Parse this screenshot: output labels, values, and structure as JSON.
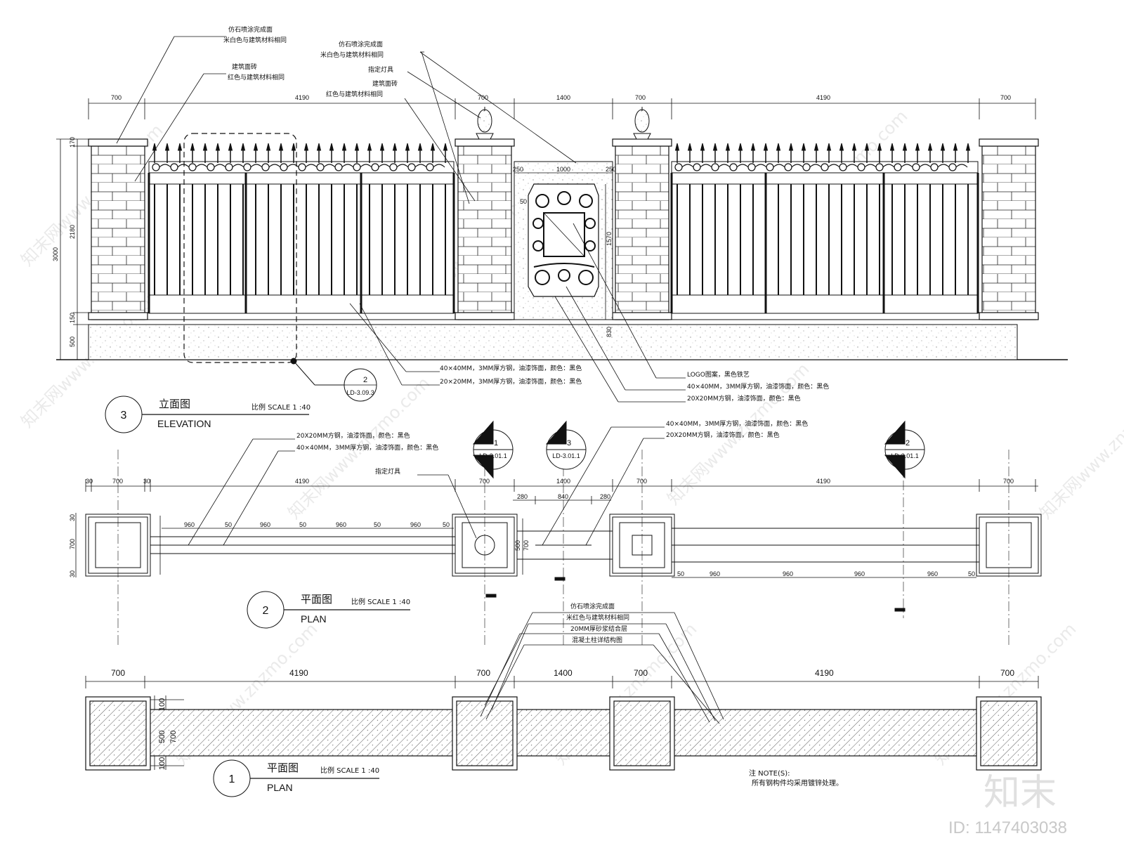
{
  "elevation": {
    "number": "3",
    "title_cn": "立面图",
    "title_en": "ELEVATION",
    "scale": "比例 SCALE 1 :40",
    "dims_top": [
      "700",
      "4190",
      "700",
      "1400",
      "700",
      "4190",
      "700"
    ],
    "dims_left": [
      "3000",
      "170",
      "2180",
      "150",
      "500"
    ],
    "dims_center": [
      "250",
      "1000",
      "250",
      "50",
      "1570",
      "830"
    ],
    "callouts_top": [
      {
        "line1": "仿石喷涂完成面",
        "line2": "米白色与建筑材料相同"
      },
      {
        "line1": "建筑面砖",
        "line2": "红色与建筑材料相同"
      },
      {
        "line1": "仿石喷涂完成面",
        "line2": "米白色与建筑材料相同"
      },
      {
        "line1": "指定灯具",
        "line2": ""
      },
      {
        "line1": "建筑面砖",
        "line2": "红色与建筑材料相同"
      }
    ],
    "notes_bottom_left": [
      "40×40MM，3MM厚方钢，油漆饰面，颜色：黑色",
      "20×20MM，3MM厚方钢，油漆饰面，颜色：黑色"
    ],
    "notes_bottom_right": [
      "LOGO图案，黑色铁艺",
      "40×40MM，3MM厚方钢，油漆饰面，颜色：黑色",
      "20X20MM方钢，油漆饰面，颜色：黑色"
    ],
    "detail_ref": {
      "num": "2",
      "sheet": "LD-3.09.3"
    }
  },
  "plan2": {
    "number": "2",
    "title_cn": "平面图",
    "title_en": "PLAN",
    "scale": "比例 SCALE 1 :40",
    "notes_left": [
      "20X20MM方钢，油漆饰面，颜色：黑色",
      "40×40MM，3MM厚方钢，油漆饰面，颜色：黑色",
      "指定灯具"
    ],
    "notes_right": [
      "40×40MM，3MM厚方钢，油漆饰面，颜色：黑色",
      "20X20MM方钢，油漆饰面，颜色：黑色"
    ],
    "section_marks": [
      {
        "num": "1",
        "sheet": "LD-3.01.1"
      },
      {
        "num": "3",
        "sheet": "LD-3.01.1"
      },
      {
        "num": "2",
        "sheet": "LD-3.01.1"
      }
    ],
    "dims_top": [
      "30",
      "700",
      "30",
      "4190",
      "700",
      "1400",
      "700",
      "4190",
      "700"
    ],
    "dims_gate": [
      "280",
      "840",
      "280"
    ],
    "dims_inner_left": [
      "960",
      "50",
      "960",
      "50",
      "960",
      "50",
      "960",
      "50"
    ],
    "dims_inner_right": [
      "50",
      "960",
      "960",
      "960",
      "960",
      "50"
    ],
    "dims_left": [
      "30",
      "700",
      "30"
    ],
    "dims_center": [
      "500",
      "700"
    ]
  },
  "plan1": {
    "number": "1",
    "title_cn": "平面图",
    "title_en": "PLAN",
    "scale": "比例 SCALE 1 :40",
    "dims_top": [
      "700",
      "4190",
      "700",
      "1400",
      "700",
      "4190",
      "700"
    ],
    "dims_left": [
      "100",
      "500",
      "700",
      "100"
    ],
    "callout": [
      "仿石喷涂完成面",
      "米红色与建筑材料相同",
      "20MM厚砂浆结合层",
      "混凝土柱详结构图"
    ]
  },
  "note": {
    "heading": "注 NOTE(S):",
    "text": "所有钢构件均采用镀锌处理。"
  },
  "watermarks": [
    "知末网www.znzmo.com"
  ],
  "brand": {
    "logo": "知末",
    "id": "ID: 1147403038"
  }
}
